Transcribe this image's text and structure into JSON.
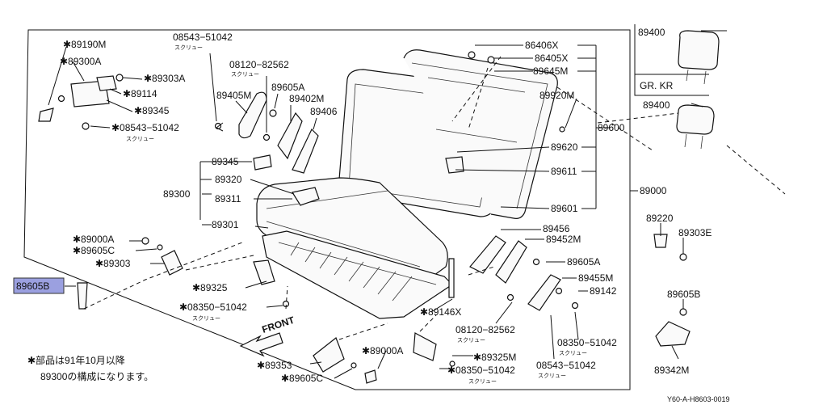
{
  "labels": {
    "p89190M": "✱89190M",
    "p89300A": "✱89300A",
    "p89303A": "✱89303A",
    "p89114": "✱89114",
    "p89345_top": "✱89345",
    "p08543_left": "✱08543−51042",
    "p08543_top": "08543−51042",
    "p08120_top": "08120−82562",
    "p89405M": "89405M",
    "p89605A_top": "89605A",
    "p89402M": "89402M",
    "p89406": "89406",
    "p86406X": "86406X",
    "p86405X": "86405X",
    "p89645M": "89645M",
    "p89920M": "89920M",
    "p89600": "89600",
    "p89620": "89620",
    "p89611": "89611",
    "p89601": "89601",
    "p89000_right": "89000",
    "p89345_mid": "89345",
    "p89320": "89320",
    "p89300": "89300",
    "p89311": "89311",
    "p89301": "89301",
    "p89000A_left": "✱89000A",
    "p89605C_left": "✱89605C",
    "p89303_left": "✱89303",
    "p89605B_left": "89605B",
    "p89325": "✱89325",
    "p08350_left": "✱08350−51042",
    "p89456": "89456",
    "p89452M": "89452M",
    "p89605A_right": "89605A",
    "p89455M": "89455M",
    "p89142": "89142",
    "p89146X": "✱89146X",
    "p08120_bottom": "08120−82562",
    "p08350_right": "08350−51042",
    "p08543_bottom": "08543−51042",
    "p89000A_bottom": "✱89000A",
    "p89325M": "✱89325M",
    "p08350_bottom": "✱08350−51042",
    "p89353": "✱89353",
    "p89605C_bottom": "✱89605C",
    "p89400_top": "89400",
    "p89400_mid": "89400",
    "p89220": "89220",
    "p89303E": "89303E",
    "p89605B_right": "89605B",
    "p89342M": "89342M"
  },
  "screw_notes": {
    "n1": "スクリュー",
    "n2": "スクリュー",
    "n3": "スクリュー",
    "n4": "スクリュー",
    "n5": "スクリュー",
    "n6": "スクリュー",
    "n7": "スクリュー",
    "n8": "スクリュー"
  },
  "grade": "GR. KR",
  "front": "FRONT",
  "footnote": {
    "line1": "✱部品は91年10月以降",
    "line2": "89300の構成になります。"
  },
  "diagram_ref": "Y60-A-H8603-0019"
}
